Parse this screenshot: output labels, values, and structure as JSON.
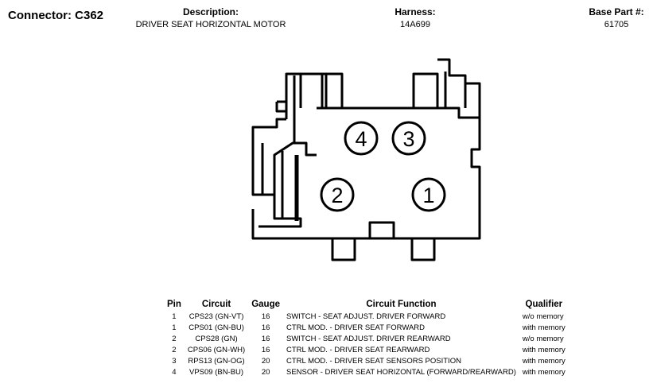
{
  "header": {
    "connector_label": "Connector: C362",
    "description_label": "Description:",
    "description_value": "DRIVER SEAT HORIZONTAL MOTOR",
    "harness_label": "Harness:",
    "harness_value": "14A699",
    "base_part_label": "Base Part #:",
    "base_part_value": "61705"
  },
  "connector": {
    "pins": [
      "4",
      "3",
      "2",
      "1"
    ]
  },
  "table": {
    "headers": [
      "Pin",
      "Circuit",
      "Gauge",
      "Circuit Function",
      "Qualifier"
    ],
    "rows": [
      [
        "1",
        "CPS23 (GN-VT)",
        "16",
        "SWITCH - SEAT ADJUST. DRIVER FORWARD",
        "w/o memory"
      ],
      [
        "1",
        "CPS01 (GN-BU)",
        "16",
        "CTRL MOD. - DRIVER SEAT FORWARD",
        "with memory"
      ],
      [
        "2",
        "CPS28 (GN)",
        "16",
        "SWITCH - SEAT ADJUST. DRIVER REARWARD",
        "w/o memory"
      ],
      [
        "2",
        "CPS06 (GN-WH)",
        "16",
        "CTRL MOD. - DRIVER SEAT REARWARD",
        "with memory"
      ],
      [
        "3",
        "RPS13 (GN-OG)",
        "20",
        "CTRL MOD. - DRIVER SEAT SENSORS POSITION",
        "with memory"
      ],
      [
        "4",
        "VPS09 (BN-BU)",
        "20",
        "SENSOR - DRIVER SEAT HORIZONTAL (FORWARD/REARWARD)",
        "with memory"
      ]
    ]
  }
}
